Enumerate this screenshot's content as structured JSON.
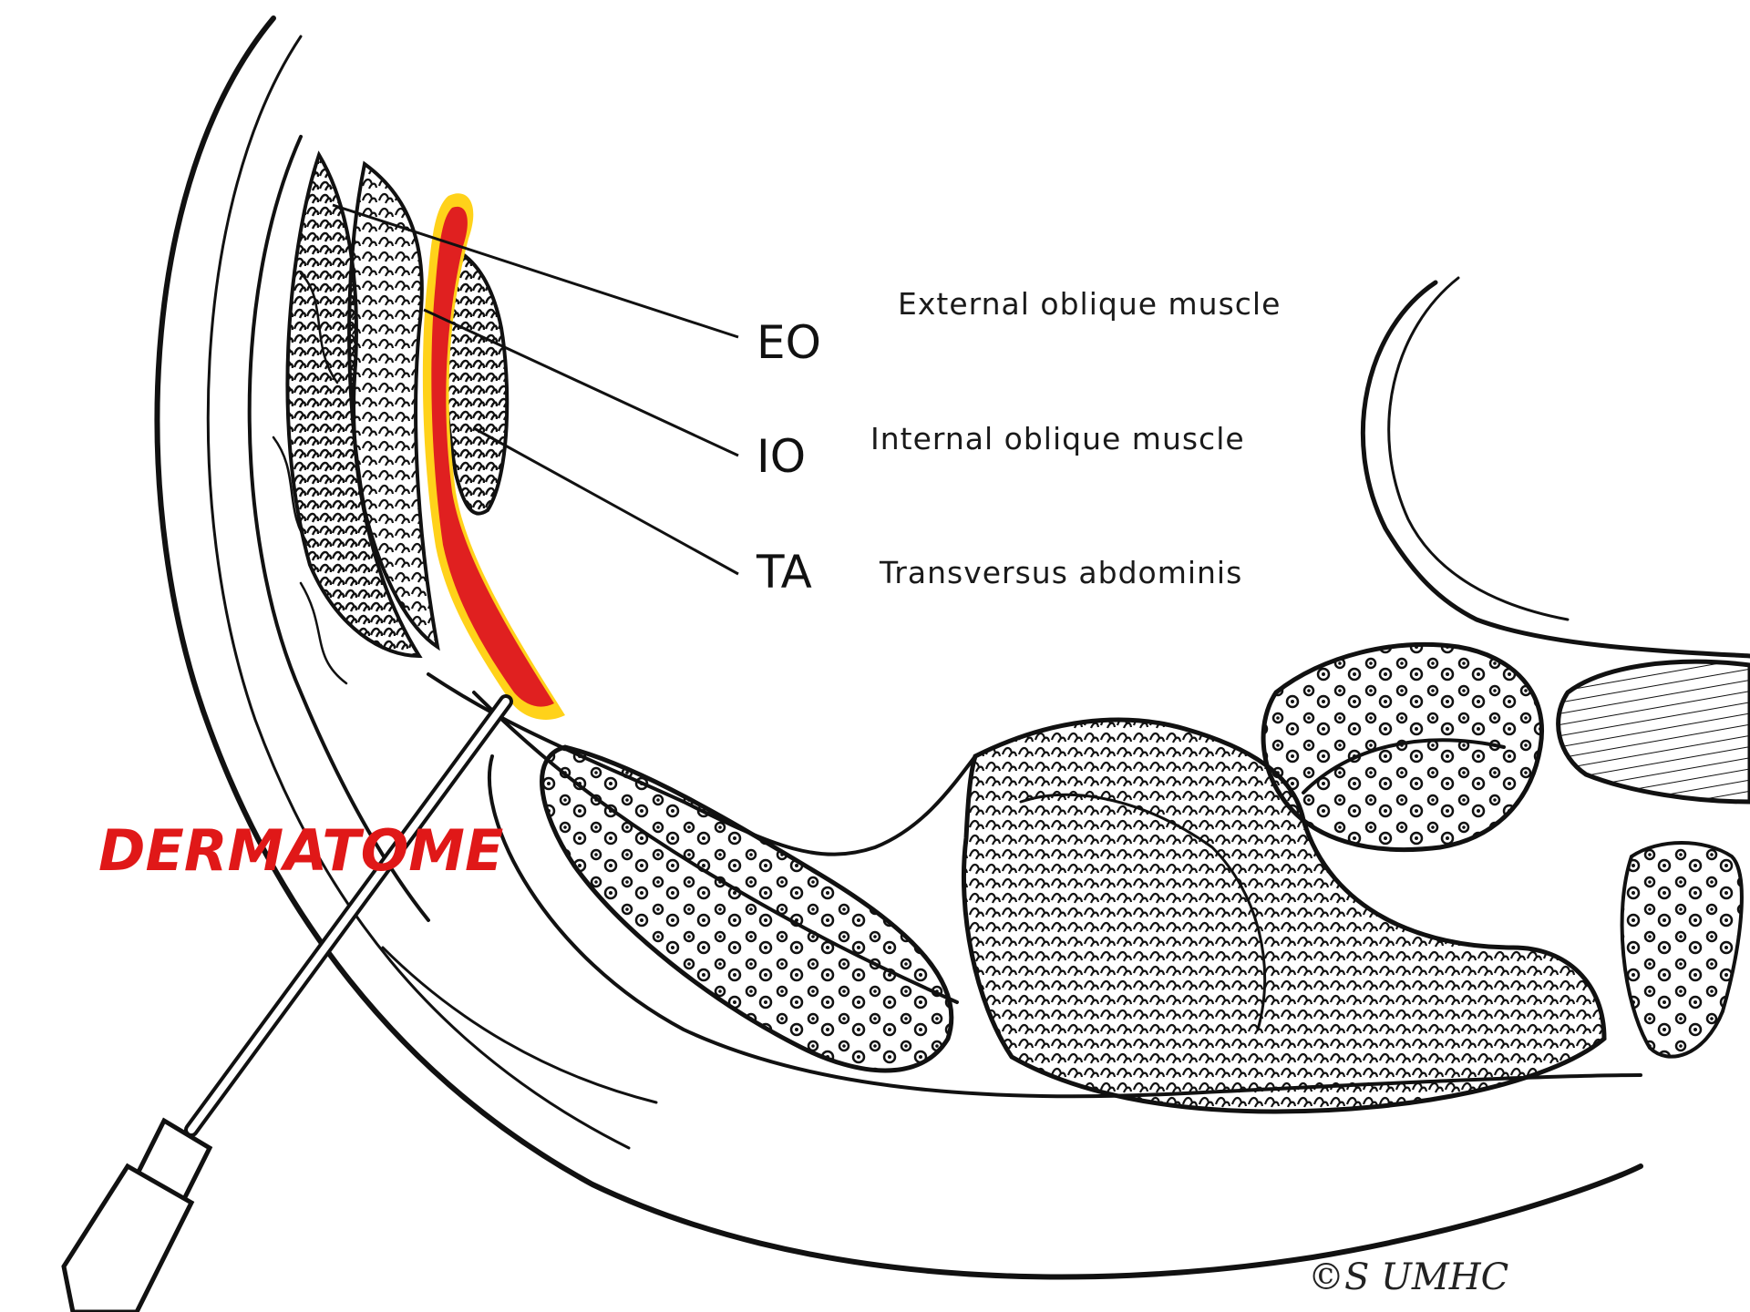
{
  "labels": {
    "eo": {
      "abbr": "EO",
      "name": "External oblique muscle"
    },
    "io": {
      "abbr": "IO",
      "name": "Internal oblique muscle"
    },
    "ta": {
      "abbr": "TA",
      "name": "Transversus abdominis"
    }
  },
  "dermatome": "DERMATOME",
  "signature": "©S          UMHC",
  "colors": {
    "injectate": "#e02020",
    "injectate_edge": "#ffd21a",
    "dermatome_text": "#e01818",
    "ink": "#111111"
  }
}
